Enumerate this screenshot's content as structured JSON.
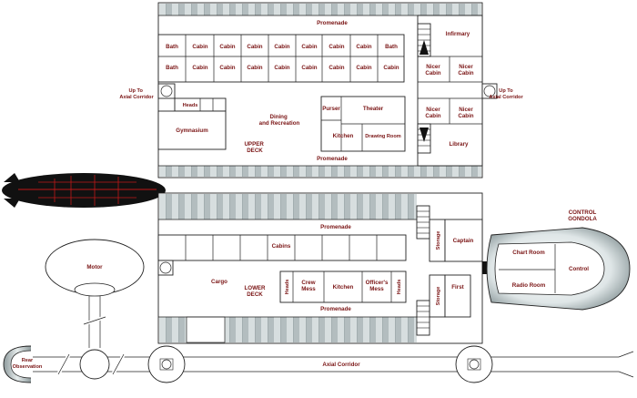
{
  "upper_deck": {
    "deck_label": "UPPER DECK",
    "promenade_top": "Promenade",
    "promenade_bottom": "Promenade",
    "row1": [
      "Bath",
      "Cabin",
      "Cabin",
      "Cabin",
      "Cabin",
      "Cabin",
      "Cabin",
      "Cabin",
      "Bath"
    ],
    "row2": [
      "Bath",
      "Cabin",
      "Cabin",
      "Cabin",
      "Cabin",
      "Cabin",
      "Cabin",
      "Cabin",
      "Cabin"
    ],
    "heads": "Heads",
    "gymnasium": "Gymnasium",
    "dining": "Dining and Recreation",
    "purser": "Purser",
    "theater": "Theater",
    "kitchen": "Kitchen",
    "drawing_room": "Drawing Room",
    "infirmary": "Infirmary",
    "nicer_cabins": [
      "Nicer Cabin",
      "Nicer Cabin",
      "Nicer Cabin",
      "Nicer Cabin"
    ],
    "library": "Library",
    "up_left": "Up To Axial Corridor",
    "up_right": "Up To Axial Corridor"
  },
  "lower_deck": {
    "deck_label": "LOWER DECK",
    "promenade_top": "Promenade",
    "promenade_bottom": "Promenade",
    "cabins": "Cabins",
    "cargo": "Cargo",
    "heads_left": "Heads",
    "crew_mess": "Crew Mess",
    "kitchen": "Kitchen",
    "officers_mess": "Officer's Mess",
    "heads_right": "Heads",
    "storage_top": "Storage",
    "storage_bottom": "Storage",
    "captain": "Captain",
    "first": "First"
  },
  "gondola": {
    "title": "CONTROL GONDOLA",
    "chart_room": "Chart Room",
    "radio_room": "Radio Room",
    "control": "Control"
  },
  "lower_left": {
    "motor": "Motor",
    "rear_observation": "Rear Observation",
    "axial_corridor": "Axial Corridor"
  },
  "colors": {
    "label": "#7a1414",
    "wall": "#222222",
    "hull_gray": "#b7c0c2",
    "airship_body": "#111111",
    "airship_lines": "#c01818"
  }
}
